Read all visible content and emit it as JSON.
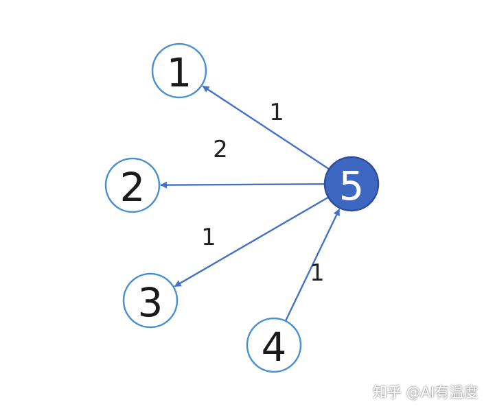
{
  "diagram": {
    "colors": {
      "node_stroke": "#4a8fd0",
      "node_fill": "#ffffff",
      "center_fill": "#3d67c0",
      "center_stroke": "#2b4d9c",
      "center_text": "#ffffff",
      "node_text": "#1a1a1a",
      "edge": "#4470c8",
      "edge_label": "#222222",
      "watermark": "#ffffff"
    },
    "nodes": [
      {
        "id": "1",
        "label": "1",
        "highlighted": false
      },
      {
        "id": "2",
        "label": "2",
        "highlighted": false
      },
      {
        "id": "3",
        "label": "3",
        "highlighted": false
      },
      {
        "id": "4",
        "label": "4",
        "highlighted": false
      },
      {
        "id": "5",
        "label": "5",
        "highlighted": true
      }
    ],
    "edges": [
      {
        "from": "5",
        "to": "1",
        "weight": "1"
      },
      {
        "from": "5",
        "to": "2",
        "weight": "2"
      },
      {
        "from": "5",
        "to": "3",
        "weight": "1"
      },
      {
        "from": "4",
        "to": "5",
        "weight": "1"
      }
    ]
  },
  "watermark": {
    "text": "知乎 @AI有温度"
  }
}
